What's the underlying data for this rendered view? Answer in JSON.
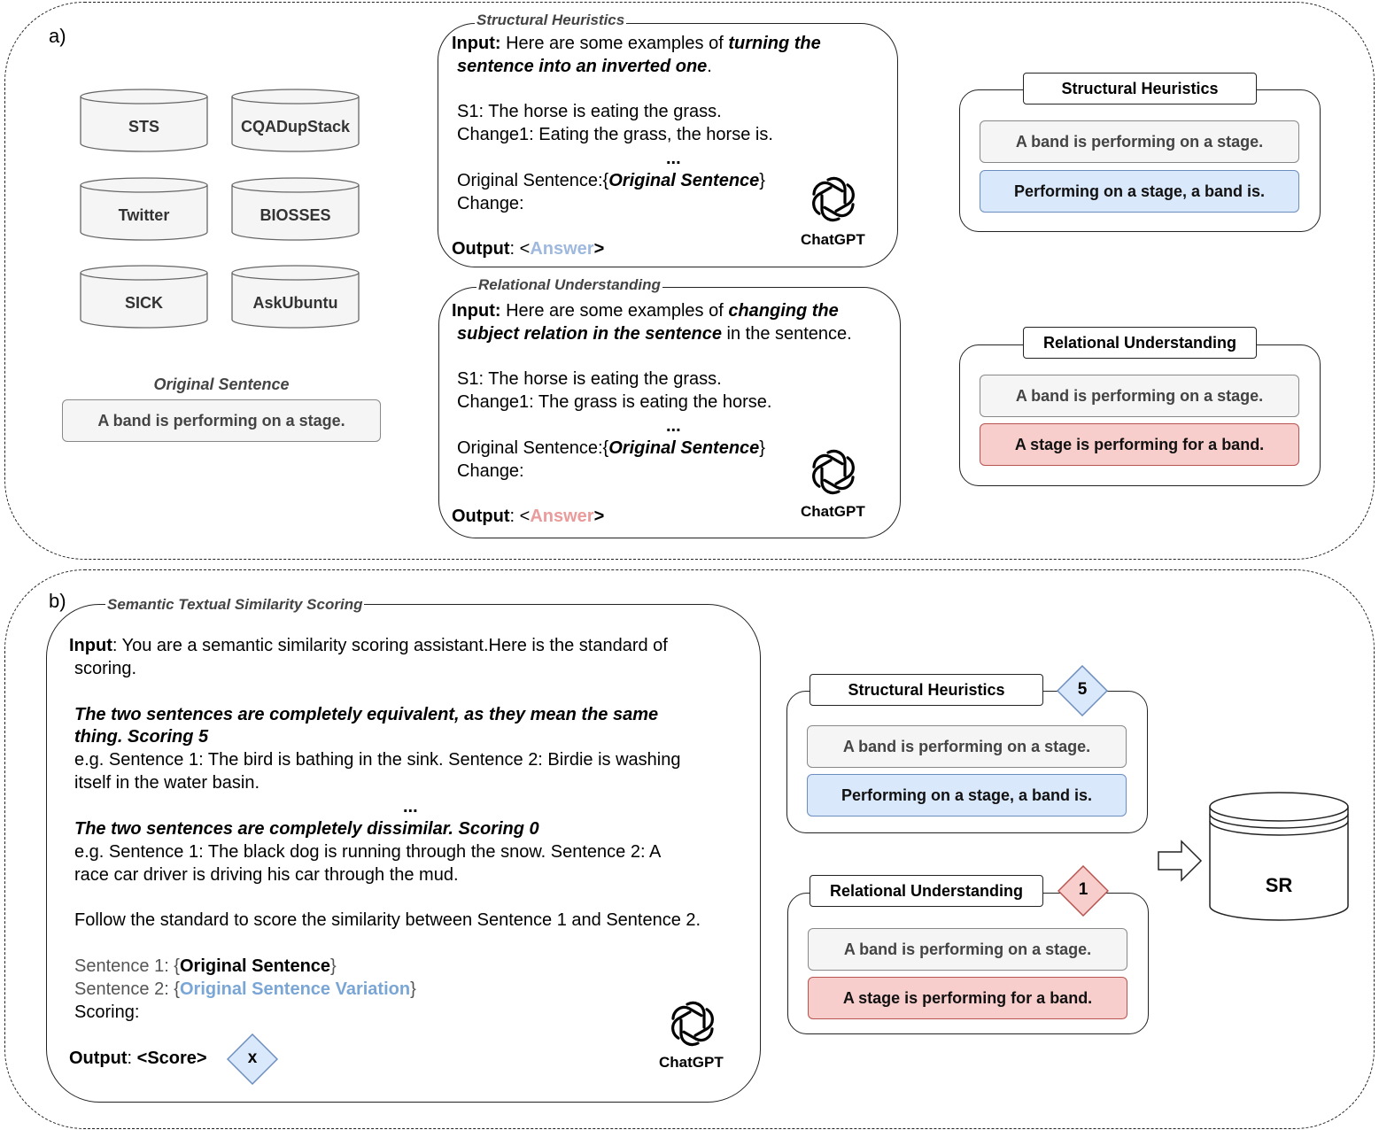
{
  "panel_a": {
    "label": "a)",
    "datasets": [
      "STS",
      "CQADupStack",
      "Twitter",
      "BIOSSES",
      "SICK",
      "AskUbuntu"
    ],
    "original_sentence_title": "Original Sentence",
    "original_sentence": "A band is performing on a stage.",
    "structural_prompt": {
      "title": "Structural Heuristics",
      "input_label": "Input:",
      "input_text": " Here are some examples of ",
      "input_emph1": "turning the",
      "input_emph2": "sentence into an inverted one",
      "input_end": ".",
      "s1": "S1: The horse is eating the grass.",
      "change1": "Change1: Eating the grass, the horse is.",
      "ellipsis": "...",
      "orig_prefix": "Original Sentence:{",
      "orig_emph": "Original Sentence",
      "orig_suffix": "}",
      "change": "Change:",
      "output_label": "Output",
      "output_colon": ": <",
      "output_answer": "Answer",
      "output_close": ">",
      "chatgpt": "ChatGPT"
    },
    "relational_prompt": {
      "title": "Relational Understanding",
      "input_label": "Input:",
      "input_text": " Here are some examples of ",
      "input_emph1": "changing the",
      "input_emph2": "subject relation in the sentence",
      "input_end": " in the sentence.",
      "s1": "S1: The horse is eating the grass.",
      "change1": "Change1: The grass is eating the horse.",
      "ellipsis": "...",
      "orig_prefix": "Original Sentence:{",
      "orig_emph": "Original Sentence",
      "orig_suffix": "}",
      "change": "Change:",
      "output_label": "Output",
      "output_colon": ": <",
      "output_answer": "Answer",
      "output_close": ">",
      "chatgpt": "ChatGPT"
    },
    "structural_result": {
      "title": "Structural Heuristics",
      "original": "A band is performing on a stage.",
      "variant": "Performing on a stage, a band is."
    },
    "relational_result": {
      "title": "Relational Understanding",
      "original": "A band is performing on a stage.",
      "variant": "A stage is performing for a band."
    }
  },
  "panel_b": {
    "label": "b)",
    "prompt": {
      "title": "Semantic Textual Similarity Scoring",
      "input_label": "Input",
      "line1": ": You are a semantic similarity scoring assistant.Here is the standard of",
      "line2": "scoring.",
      "std1_a": "The two sentences are completely equivalent, as they mean the same",
      "std1_b": "thing. Scoring 5",
      "eg1_a": "e.g. Sentence 1: The bird is bathing in the sink. Sentence 2: Birdie is washing",
      "eg1_b": "itself in the water basin.",
      "ellipsis": "...",
      "std2": "The two sentences are completely dissimilar. Scoring 0",
      "eg2_a": "e.g. Sentence 1: The black dog is running through the snow. Sentence 2: A",
      "eg2_b": "race car driver is driving his car through the mud.",
      "follow": "Follow the standard to score the similarity between Sentence 1 and Sentence 2.",
      "s1_prefix": "Sentence 1: {",
      "s1_emph": "Original Sentence",
      "s1_suffix": "}",
      "s2_prefix": "Sentence 2: {",
      "s2_emph": "Original Sentence Variation",
      "s2_suffix": "}",
      "scoring": "Scoring:",
      "output_label": "Output",
      "output_colon": ": ",
      "output_score": "<Score>",
      "output_x": "x",
      "chatgpt": "ChatGPT"
    },
    "structural_result": {
      "title": "Structural Heuristics",
      "score": "5",
      "original": "A band is performing on a stage.",
      "variant": "Performing on a stage, a band is."
    },
    "relational_result": {
      "title": "Relational Understanding",
      "score": "1",
      "original": "A band is performing on a stage.",
      "variant": "A stage is performing for a band."
    },
    "output_db": "SR"
  },
  "colors": {
    "blue_fill": "#dae8fc",
    "blue_border": "#6c8ebf",
    "red_fill": "#f8cecc",
    "red_border": "#b85450",
    "gray_fill": "#f5f5f5"
  }
}
